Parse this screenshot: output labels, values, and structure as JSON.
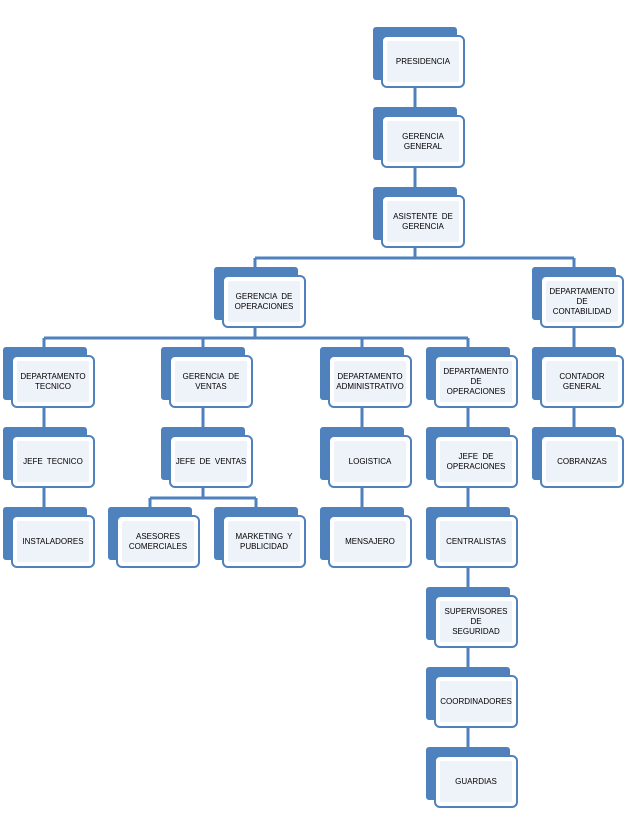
{
  "org_chart": {
    "nodes": {
      "presidencia": "PRESIDENCIA",
      "gerencia_general": "GERENCIA  GENERAL",
      "asistente": "ASISTENTE  DE\nGERENCIA",
      "gerencia_operaciones": "GERENCIA  DE\nOPERACIONES",
      "depto_contabilidad": "DEPARTAMENTO  DE\nCONTABILIDAD",
      "depto_tecnico": "DEPARTAMENTO\nTECNICO",
      "gerencia_ventas": "GERENCIA  DE\nVENTAS",
      "depto_administrativo": "DEPARTAMENTO\nADMINISTRATIVO",
      "depto_operaciones": "DEPARTAMENTO  DE\nOPERACIONES",
      "contador_general": "CONTADOR\nGENERAL",
      "jefe_tecnico": "JEFE TECNICO",
      "jefe_ventas": "JEFE DE VENTAS",
      "logistica": "LOGISTICA",
      "jefe_operaciones": "JEFE  DE\nOPERACIONES",
      "cobranzas": "COBRANZAS",
      "instaladores": "INSTALADORES",
      "asesores": "ASESORES\nCOMERCIALES",
      "marketing": "MARKETING  Y\nPUBLICIDAD",
      "mensajero": "MENSAJERO",
      "centralistas": "CENTRALISTAS",
      "supervisores": "SUPERVISORES  DE\nSEGURIDAD",
      "coordinadores": "COORDINADORES",
      "guardias": "GUARDIAS"
    }
  },
  "colors": {
    "accent": "#4f81bd",
    "fill": "#eef2f9",
    "background": "#ffffff"
  }
}
